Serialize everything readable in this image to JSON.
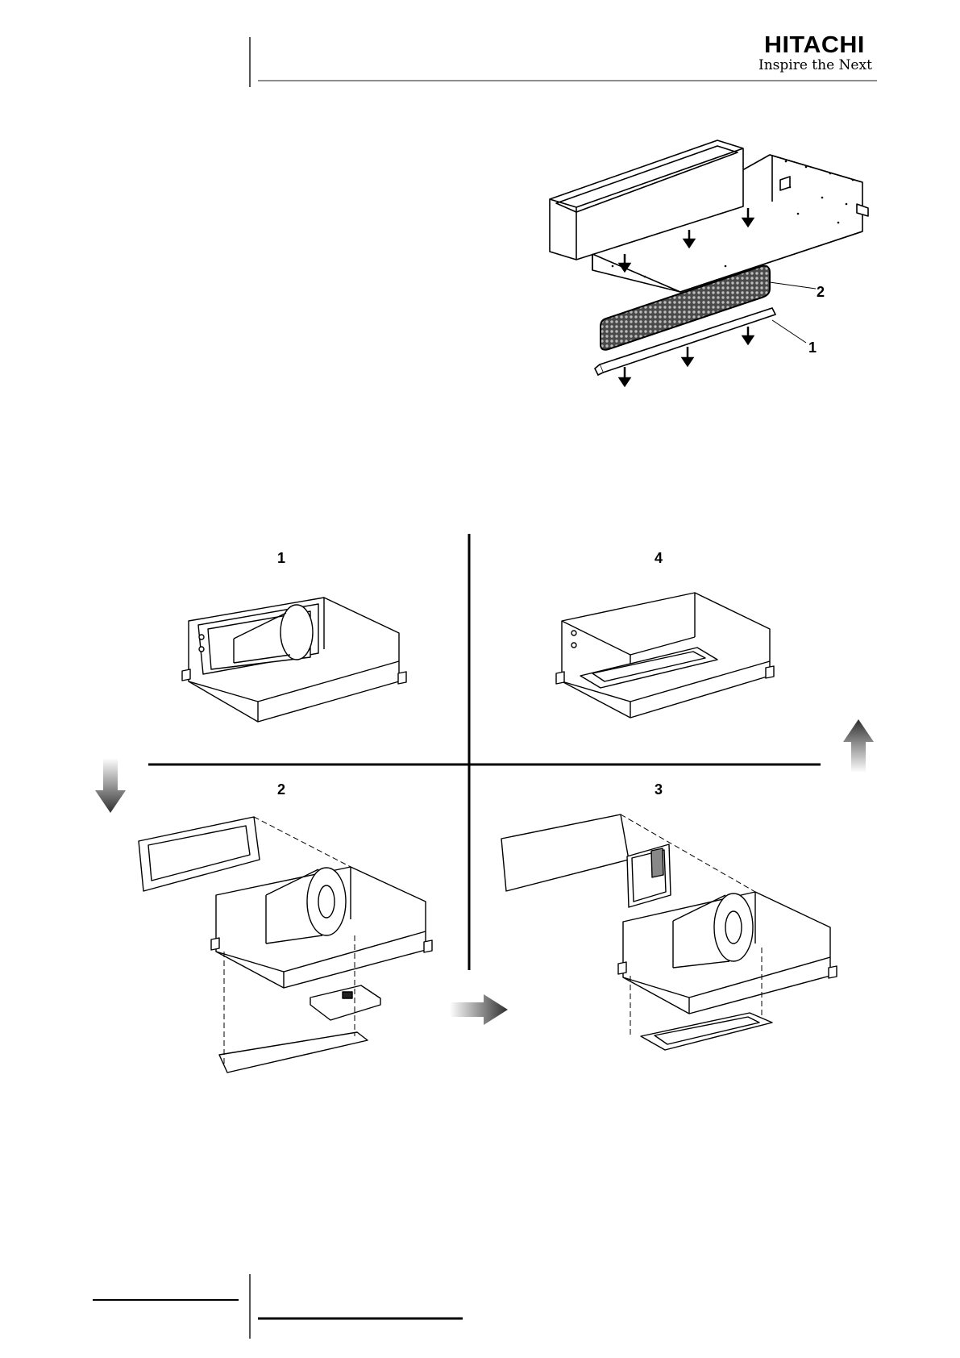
{
  "header": {
    "brand_name": "HITACHI",
    "tagline": "Inspire the Next"
  },
  "figure_top": {
    "callouts": [
      "2",
      "1"
    ]
  },
  "figure_steps": {
    "step_labels": [
      "1",
      "4",
      "2",
      "3"
    ]
  },
  "colors": {
    "line": "#000000",
    "filter_mesh": "#3a3a3a",
    "arrow_gradient_dark": "#333333",
    "arrow_gradient_light": "#ffffff"
  }
}
